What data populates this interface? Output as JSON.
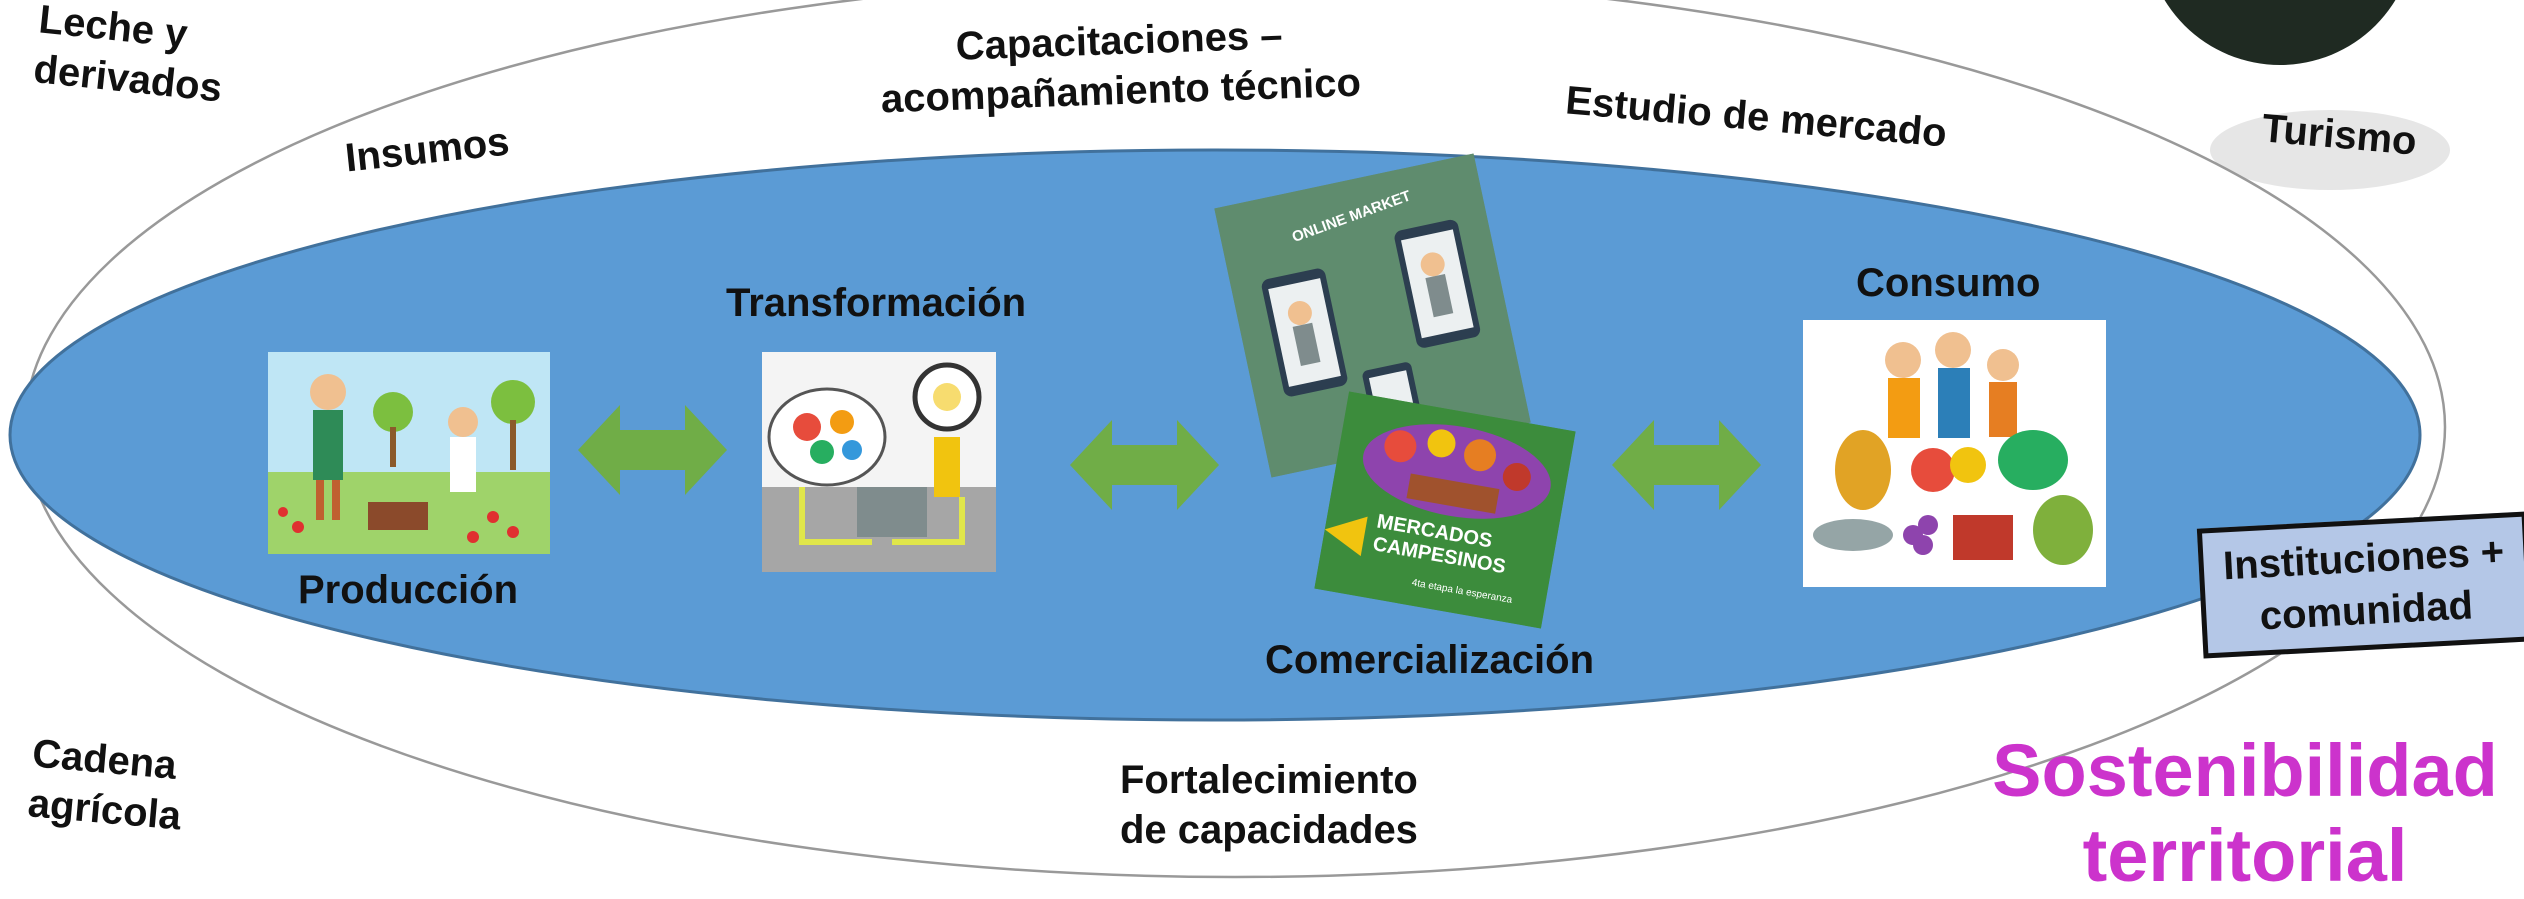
{
  "outer_labels": {
    "leche": "Leche y\nderivados",
    "insumos": "Insumos",
    "capacitaciones": "Capacitaciones –\nacompañamiento técnico",
    "estudio": "Estudio de mercado",
    "turismo": "Turismo",
    "cadena": "Cadena\nagrícola",
    "fortalecimiento": "Fortalecimiento\nde capacidades"
  },
  "stages": {
    "produccion": "Producción",
    "transformacion": "Transformación",
    "comercializacion": "Comercialización",
    "consumo": "Consumo"
  },
  "image_texts": {
    "online_market": "ONLINE MARKET",
    "mercados_campesinos": "MERCADOS\nCAMPESINOS",
    "mercados_sub": "4ta etapa la esperanza"
  },
  "instituciones": "Instituciones +\ncomunidad",
  "sostenibilidad": "Sostenibilidad\nterritorial",
  "colors": {
    "inner_ellipse": "#5b9bd5",
    "arrow": "#70ad47",
    "accent": "#cc33cc",
    "box_fill": "#b4c7e7"
  }
}
